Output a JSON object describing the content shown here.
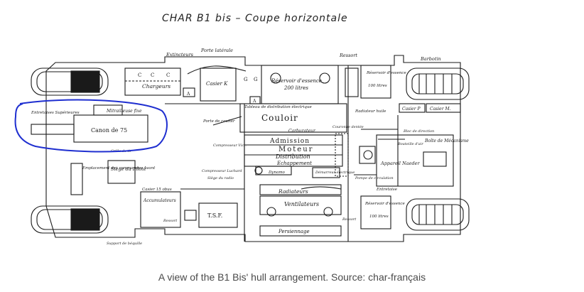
{
  "title": "CHAR B1 bis – Coupe horizontale",
  "caption": "A view of the B1 Bis' hull arrangement. Source: char-français",
  "labels": {
    "extincteurs": "Extincteurs",
    "porte_laterale": "Porte latérale",
    "ressort_top": "Ressort",
    "barbotin": "Barbotin",
    "chargeurs": "Chargeurs",
    "casier_k": "Casier K",
    "reservoir_essence_main": "Réservoir d'essence",
    "reservoir_capacity": "200 litres",
    "reservoir_essence_small": "Réservoir d'essence",
    "reservoir_small_capacity": "100 litres",
    "tableau_distribution": "Tableau de distribution électrique",
    "couloir": "Couloir",
    "casier_p": "Casier P",
    "casier_m": "Casier M.",
    "entretoises": "Entretoises Supérieures",
    "mitrailleuse": "Mitrailleuse fixe",
    "canon": "Canon de 75",
    "radiateur_huile": "Radiateur huile",
    "porte_couloir": "Porte de couloir",
    "carburateur": "Carburateur",
    "couronne_dentee": "Couronne dentée",
    "admission": "Admission",
    "moteur": "Moteur",
    "distribution": "Distribution",
    "echappement": "Echappement",
    "compresseur_vict": "Compresseur Vict.",
    "boite_mecanisme": "Boîte de Mécanisme",
    "appareil_naeder": "Appareil Naeder",
    "bloc_direction": "Bloc de direction",
    "emplacement_commandes": "Emplacement des commandes Avant",
    "siege_pilote": "Siège du Pilote",
    "compresseur_luchard": "Compresseur Luchard",
    "siege_radio": "Siège du radio",
    "dynamo": "Dynamo",
    "demarreur": "Démarreur électrique",
    "pompe_circulation": "Pompe de circulation",
    "radiateurs": "Radiateurs",
    "entretoise_right": "Entretoise",
    "ventilateurs": "Ventilateurs",
    "casier_15obus": "Casier 15 obus",
    "accumulateurs": "Accumulateurs",
    "ressort_left": "Ressort",
    "tsf": "T.S.F.",
    "ressort_bottom": "Ressort",
    "persiennage": "Persiennage",
    "reservoir_bottom": "Réservoir d'essence",
    "reservoir_bottom_capacity": "100 litres",
    "support_bequille": "Support de béquille",
    "letter_a": "A",
    "letter_c": "C",
    "letter_g": "G",
    "bouteille_air": "Bouteille d'air",
    "boite_grille": "Grille de tir"
  },
  "colors": {
    "ink": "#1a1a1a",
    "annotation": "#1f2fd0",
    "caption": "#4a4a4a"
  }
}
